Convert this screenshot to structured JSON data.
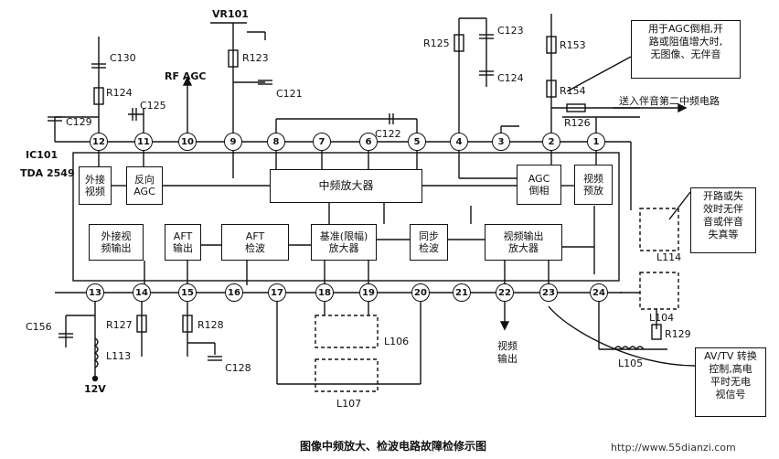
{
  "caption": "图像中频放大、检波电路故障检修示图",
  "watermark": "http://www.55dianzi.com",
  "ic": {
    "name": "IC101",
    "model": "TDA 2549"
  },
  "components": {
    "vr101": "VR101",
    "c130": "C130",
    "r124": "R124",
    "c129": "C129",
    "c125": "C125",
    "r123": "R123",
    "c121": "C121",
    "c122": "C122",
    "r125": "R125",
    "c123": "C123",
    "c124": "C124",
    "r153": "R153",
    "r154": "R154",
    "r126": "R126",
    "c156": "C156",
    "r127": "R127",
    "l113": "L113",
    "r128": "R128",
    "c128": "C128",
    "l106": "L106",
    "l107": "L107",
    "l114": "L114",
    "l104": "L104",
    "r129": "R129",
    "l105": "L105"
  },
  "signals": {
    "rf_agc": "RF AGC",
    "to_sound_if": "送入伴音第二中频电路",
    "video_out": "视频\n输出",
    "supply": "12V"
  },
  "blocks": {
    "ext_video_in": "外接\n视频",
    "reverse_agc": "反向\nAGC",
    "if_amp": "中频放大器",
    "agc_invert": "AGC\n倒相",
    "video_preamp": "视频\n预放",
    "ext_video_out": "外接视\n频输出",
    "aft_out": "AFT\n输出",
    "aft_detect": "AFT\n检波",
    "ref_limit_amp": "基准(限幅)\n放大器",
    "sync_detect": "同步\n检波",
    "video_out_amp": "视频输出\n放大器"
  },
  "notes": {
    "agc_note": "用于AGC倒相,开\n路或阻值增大时,\n无图像、无伴音",
    "coil_note": "开路或失\n效时无伴\n音或伴音\n失真等",
    "avtv_note": "AV/TV 转换\n控制,高电\n平时无电\n视信号"
  },
  "pins_top": [
    "12",
    "11",
    "10",
    "9",
    "8",
    "7",
    "6",
    "5",
    "4",
    "3",
    "2",
    "1"
  ],
  "pins_bottom": [
    "13",
    "14",
    "15",
    "16",
    "17",
    "18",
    "19",
    "20",
    "21",
    "22",
    "23",
    "24"
  ]
}
